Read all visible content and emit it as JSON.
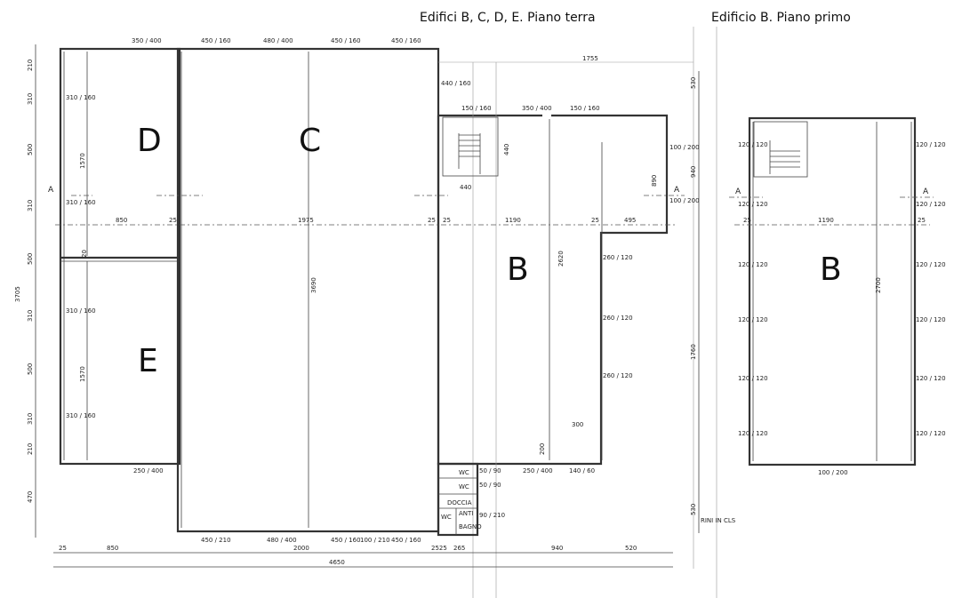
{
  "titles": {
    "ground_floor": "Edifici B, C, D, E. Piano terra",
    "first_floor": "Edificio B. Piano primo"
  },
  "building_labels": {
    "d": "D",
    "c": "C",
    "e": "E",
    "b_ground": "B",
    "b_first": "B"
  },
  "section_markers": {
    "a": "A"
  },
  "room_labels": {
    "wc": "WC",
    "doccia": "DOCCIA",
    "anti": "ANTI",
    "bagno": "BAGNO",
    "pillars": "RINI IN CLS"
  },
  "dimensions": {
    "total_width": "4650",
    "seg_850": "850",
    "seg_2000": "2000",
    "seg_25": "25",
    "seg_2525": "2525",
    "seg_265": "265",
    "seg_940": "940",
    "seg_520": "520",
    "mid_1975": "1975",
    "mid_1190": "1190",
    "mid_495": "495",
    "top_1755": "1755",
    "c_depth": "3690",
    "b_depth": "2620",
    "de_1570": "1570",
    "left_total": "3705",
    "left_210": "210",
    "left_310": "310",
    "left_500": "500",
    "left_470": "470",
    "right_530": "530",
    "right_940": "940",
    "right_1760": "1760",
    "first_floor_depth": "2700",
    "first_floor_width": "1190",
    "stair_440": "440",
    "gap_20": "20",
    "gap_200": "200",
    "gap_890": "890",
    "gap_300": "300",
    "window_350_400": "350 / 400",
    "window_450_160": "450 / 160",
    "window_480_400": "480 / 400",
    "window_310_160": "310 / 160",
    "window_440_160": "440 / 160",
    "window_150_160": "150 / 160",
    "window_100_200": "100 / 200",
    "window_260_120": "260 / 120",
    "window_120_120": "120 / 120",
    "window_50_90": "50 / 90",
    "window_90_210": "90 / 210",
    "window_140_60": "140 / 60",
    "window_250_400": "250 / 400",
    "window_450_210": "450 / 210",
    "window_100_210": "100 / 210"
  }
}
